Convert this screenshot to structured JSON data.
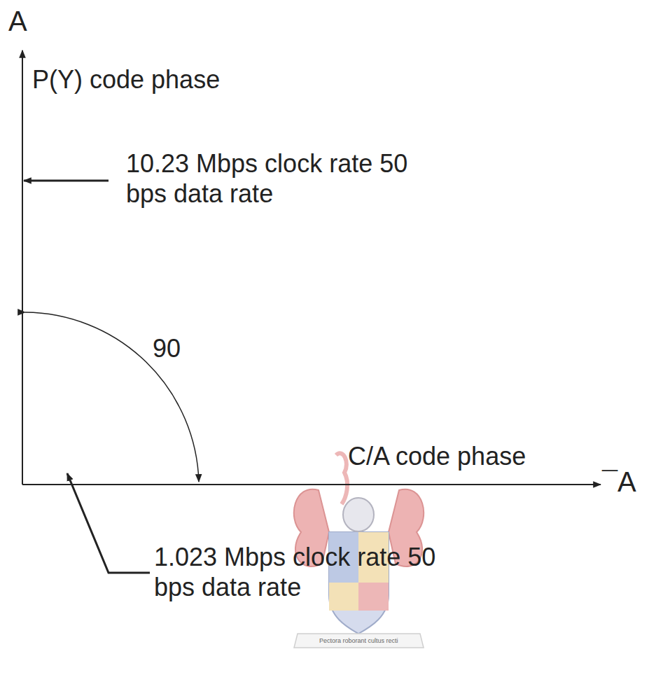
{
  "diagram": {
    "labels": [
      "A",
      "P(Y) code phase",
      "10.23 Mbps clock rate 50 bps data rate",
      "90",
      "C/A code phase",
      "¯A",
      "1.023 Mbps clock rate 50 bps data rate",
      "Pectora roborant cultus recti"
    ]
  }
}
